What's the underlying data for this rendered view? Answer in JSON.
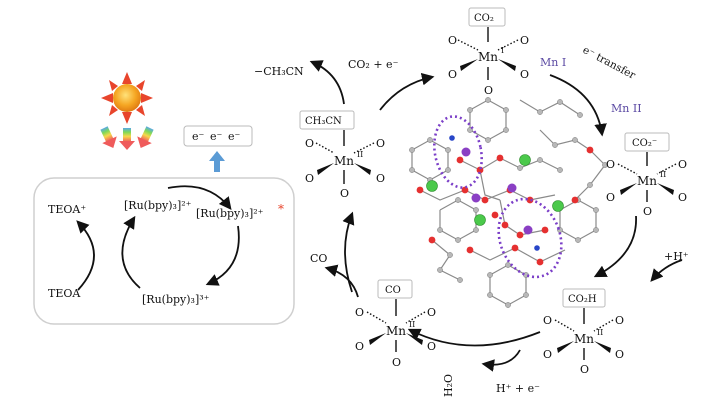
{
  "photocatalysis": {
    "electrons": [
      "e⁻",
      "e⁻",
      "e⁻"
    ],
    "teoa_plus": "TEOA⁺",
    "teoa": "TEOA",
    "ru_2plus": "[Ru(bpy)₃]²⁺",
    "ru_excited": "[Ru(bpy)₃]²⁺",
    "excited_star": "*",
    "ru_3plus": "[Ru(bpy)₃]³⁺"
  },
  "cycle": {
    "top_complex_ligand": "CO₂",
    "top_metal": "Mn",
    "top_ox": "I",
    "top_label_mn_i": "Mn I",
    "electron_transfer": "e⁻ transfer",
    "mn_ii_label": "Mn II",
    "right_complex_ligand": "CO₂⁻",
    "right_metal": "Mn",
    "right_ox": "II",
    "protonation": "+H⁺",
    "bottom_right_ligand": "CO₂H",
    "bottom_right_metal": "Mn",
    "bottom_right_ox": "II",
    "h_plus_e": "H⁺ + e⁻",
    "water": "H₂O",
    "bottom_left_ligand": "CO",
    "bottom_left_metal": "Mn",
    "bottom_left_ox": "II",
    "co_release": "CO",
    "left_ligand": "CH₃CN",
    "left_metal": "Mn",
    "left_ox": "II",
    "acn_release": "−CH₃CN",
    "co2_add": "CO₂ + e⁻",
    "oxygen": "O"
  }
}
